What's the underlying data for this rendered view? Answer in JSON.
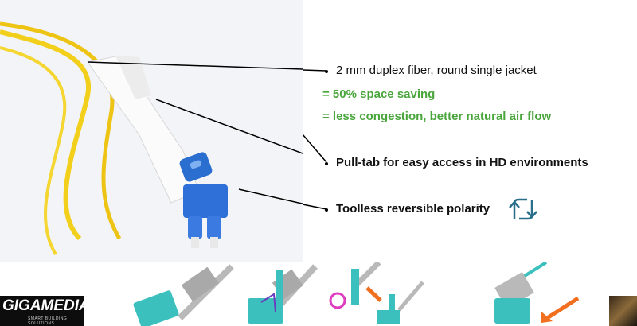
{
  "features": {
    "jacket": "2 mm duplex fiber, round single jacket",
    "benefit_1": "= 50% space saving",
    "benefit_2": "= less congestion, better natural air flow",
    "pull_tab": "Pull-tab for easy access in HD environments",
    "polarity": "Toolless reversible polarity"
  },
  "icons": {
    "polarity": "reverse-arrows-icon"
  },
  "colors": {
    "green": "#4aa63c",
    "fiber": "#f2cf1a",
    "connector_blue": "#2a6fd0",
    "aqua": "#3cc0bd",
    "icon": "#2a6f8a"
  },
  "logo": {
    "name": "GIGAMEDIA",
    "tagline": "SMART BUILDING SOLUTIONS"
  }
}
